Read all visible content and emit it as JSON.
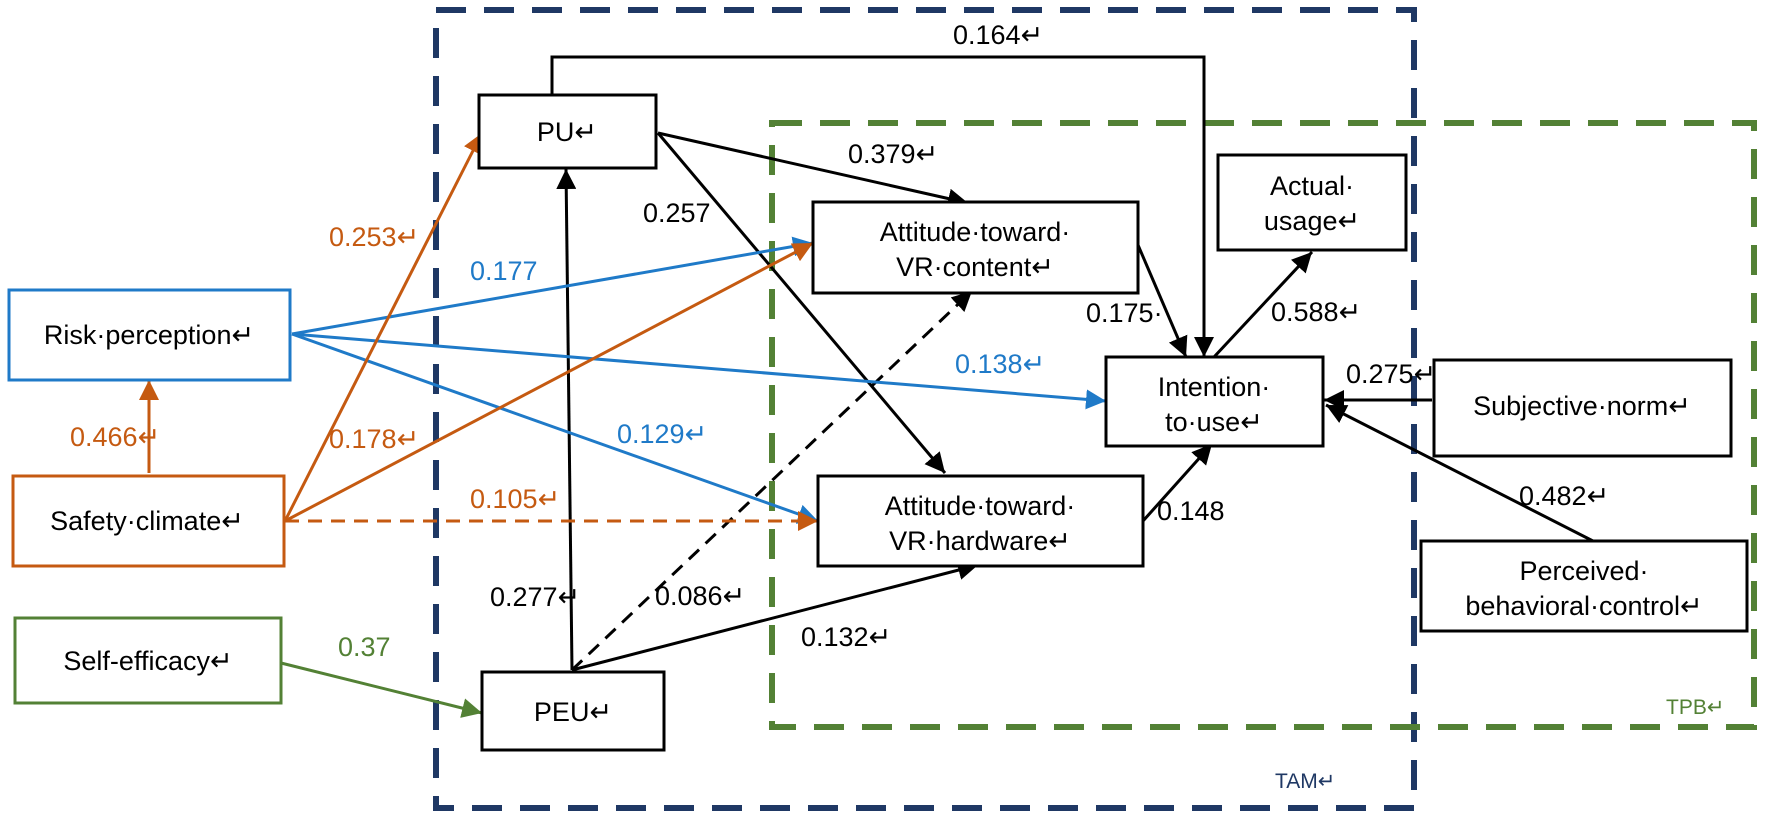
{
  "colors": {
    "black": "#000000",
    "orange": "#c55a11",
    "blue": "#1f7ac8",
    "green": "#538135",
    "tam_border": "#1f3864",
    "tpb_border": "#538135"
  },
  "regions": {
    "tam": {
      "label": "TAM↵"
    },
    "tpb": {
      "label": "TPB↵"
    }
  },
  "nodes": {
    "pu": {
      "line1": "PU↵"
    },
    "peu": {
      "line1": "PEU↵"
    },
    "risk": {
      "line1": "Risk·perception↵"
    },
    "safety": {
      "line1": "Safety·climate↵"
    },
    "selfeff": {
      "line1": "Self-efficacy↵"
    },
    "att_content": {
      "line1": "Attitude·toward·",
      "line2": "VR·content↵"
    },
    "att_hardware": {
      "line1": "Attitude·toward·",
      "line2": "VR·hardware↵"
    },
    "intention": {
      "line1": "Intention·",
      "line2": "to·use↵"
    },
    "actual": {
      "line1": "Actual·",
      "line2": "usage↵"
    },
    "subjective": {
      "line1": "Subjective·norm↵"
    },
    "pbc": {
      "line1": "Perceived·",
      "line2": "behavioral·control↵"
    }
  },
  "paths": {
    "pu_intention": "0.164↵",
    "pu_attcontent": "0.379↵",
    "pu_atthardware": "0.257",
    "risk_attcontent": "0.177",
    "risk_intention": "0.138↵",
    "risk_atthardware": "0.129↵",
    "safety_pu": "0.253↵",
    "safety_risk": "0.466↵",
    "safety_attcontent": "0.178↵",
    "safety_atthardware": "0.105↵",
    "selfeff_peu": "0.37",
    "peu_pu": "0.277↵",
    "peu_attcontent": "0.086↵",
    "peu_atthardware": "0.132↵",
    "attcontent_intention": "0.175·",
    "atthardware_intention": "0.148",
    "intention_actual": "0.588↵",
    "subjective_intention": "0.275↵",
    "pbc_intention": "0.482↵"
  }
}
